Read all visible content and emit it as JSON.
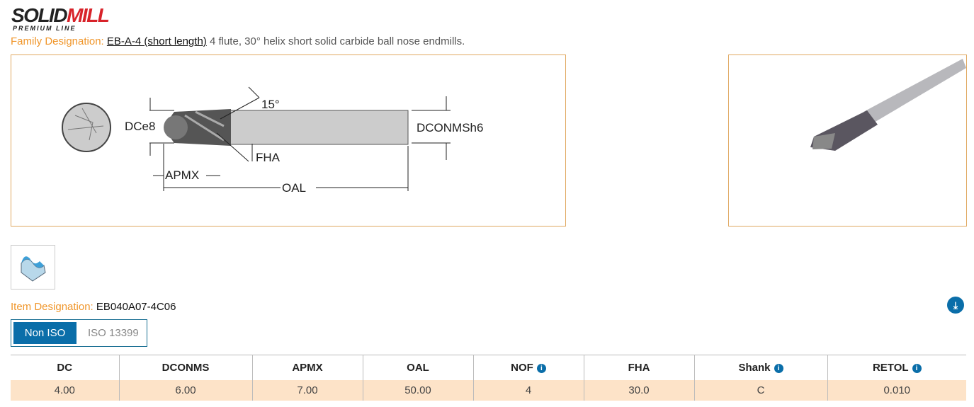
{
  "logo": {
    "brand_a": "SOLID",
    "brand_b": "MILL",
    "tagline": "PREMIUM LINE"
  },
  "family": {
    "label": "Family Designation:",
    "link": "EB-A-4 (short length)",
    "description": "4 flute, 30° helix short solid carbide ball nose endmills."
  },
  "diagram": {
    "angle": "15°",
    "dc": "DCe8",
    "dconms": "DCONMSh6",
    "fha": "FHA",
    "apmx": "APMX",
    "oal": "OAL"
  },
  "item": {
    "label": "Item Designation:",
    "value": "EB040A07-4C06"
  },
  "toggle": {
    "active": "Non ISO",
    "inactive": "ISO 13399"
  },
  "table": {
    "headers": [
      "DC",
      "DCONMS",
      "APMX",
      "OAL",
      "NOF",
      "FHA",
      "Shank",
      "RETOL"
    ],
    "info_columns": [
      "NOF",
      "Shank",
      "RETOL"
    ],
    "row": [
      "4.00",
      "6.00",
      "7.00",
      "50.00",
      "4",
      "30.0",
      "C",
      "0.010"
    ]
  },
  "colors": {
    "accent": "#f0962b",
    "primary": "#0a6ea9",
    "row_bg": "#fde3c8"
  }
}
